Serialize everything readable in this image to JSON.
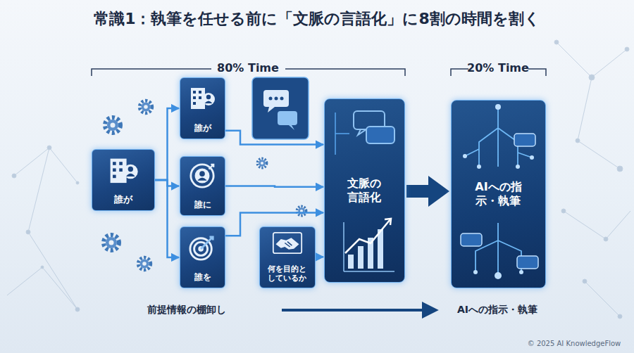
{
  "diagram": {
    "title": "常識1：執筆を任せる前に「文脈の言語化」に8割の時間を割く",
    "nodes": [
      {
        "text": [
          "誰が"
        ]
      },
      {
        "text": [
          "誰が"
        ]
      },
      {
        "text": [
          "誰に"
        ]
      },
      {
        "text": [
          "誰を"
        ]
      },
      {
        "text": [
          "何を目的としているか"
        ]
      },
      {
        "text": [
          "文脈の言語化"
        ]
      },
      {
        "text": [
          "AIへの指示・執筆"
        ]
      }
    ],
    "edges": [
      {
        "from": 0,
        "to": 1,
        "arrow": "to"
      },
      {
        "from": 0,
        "to": 2,
        "arrow": "to"
      },
      {
        "from": 0,
        "to": 3,
        "arrow": "to"
      },
      {
        "from": 1,
        "to": 5,
        "arrow": "to"
      },
      {
        "from": 2,
        "to": 5,
        "arrow": "to"
      },
      {
        "from": 3,
        "to": 5,
        "arrow": "to"
      },
      {
        "from": 4,
        "to": 5,
        "arrow": "to"
      },
      {
        "from": 5,
        "to": 6,
        "arrow": "to"
      }
    ],
    "labels": [
      "80% Time",
      "20% Time",
      "前提情報の棚卸し",
      "AIへの指示・執筆",
      "© 2025 AI KnowledgeFlow"
    ]
  }
}
